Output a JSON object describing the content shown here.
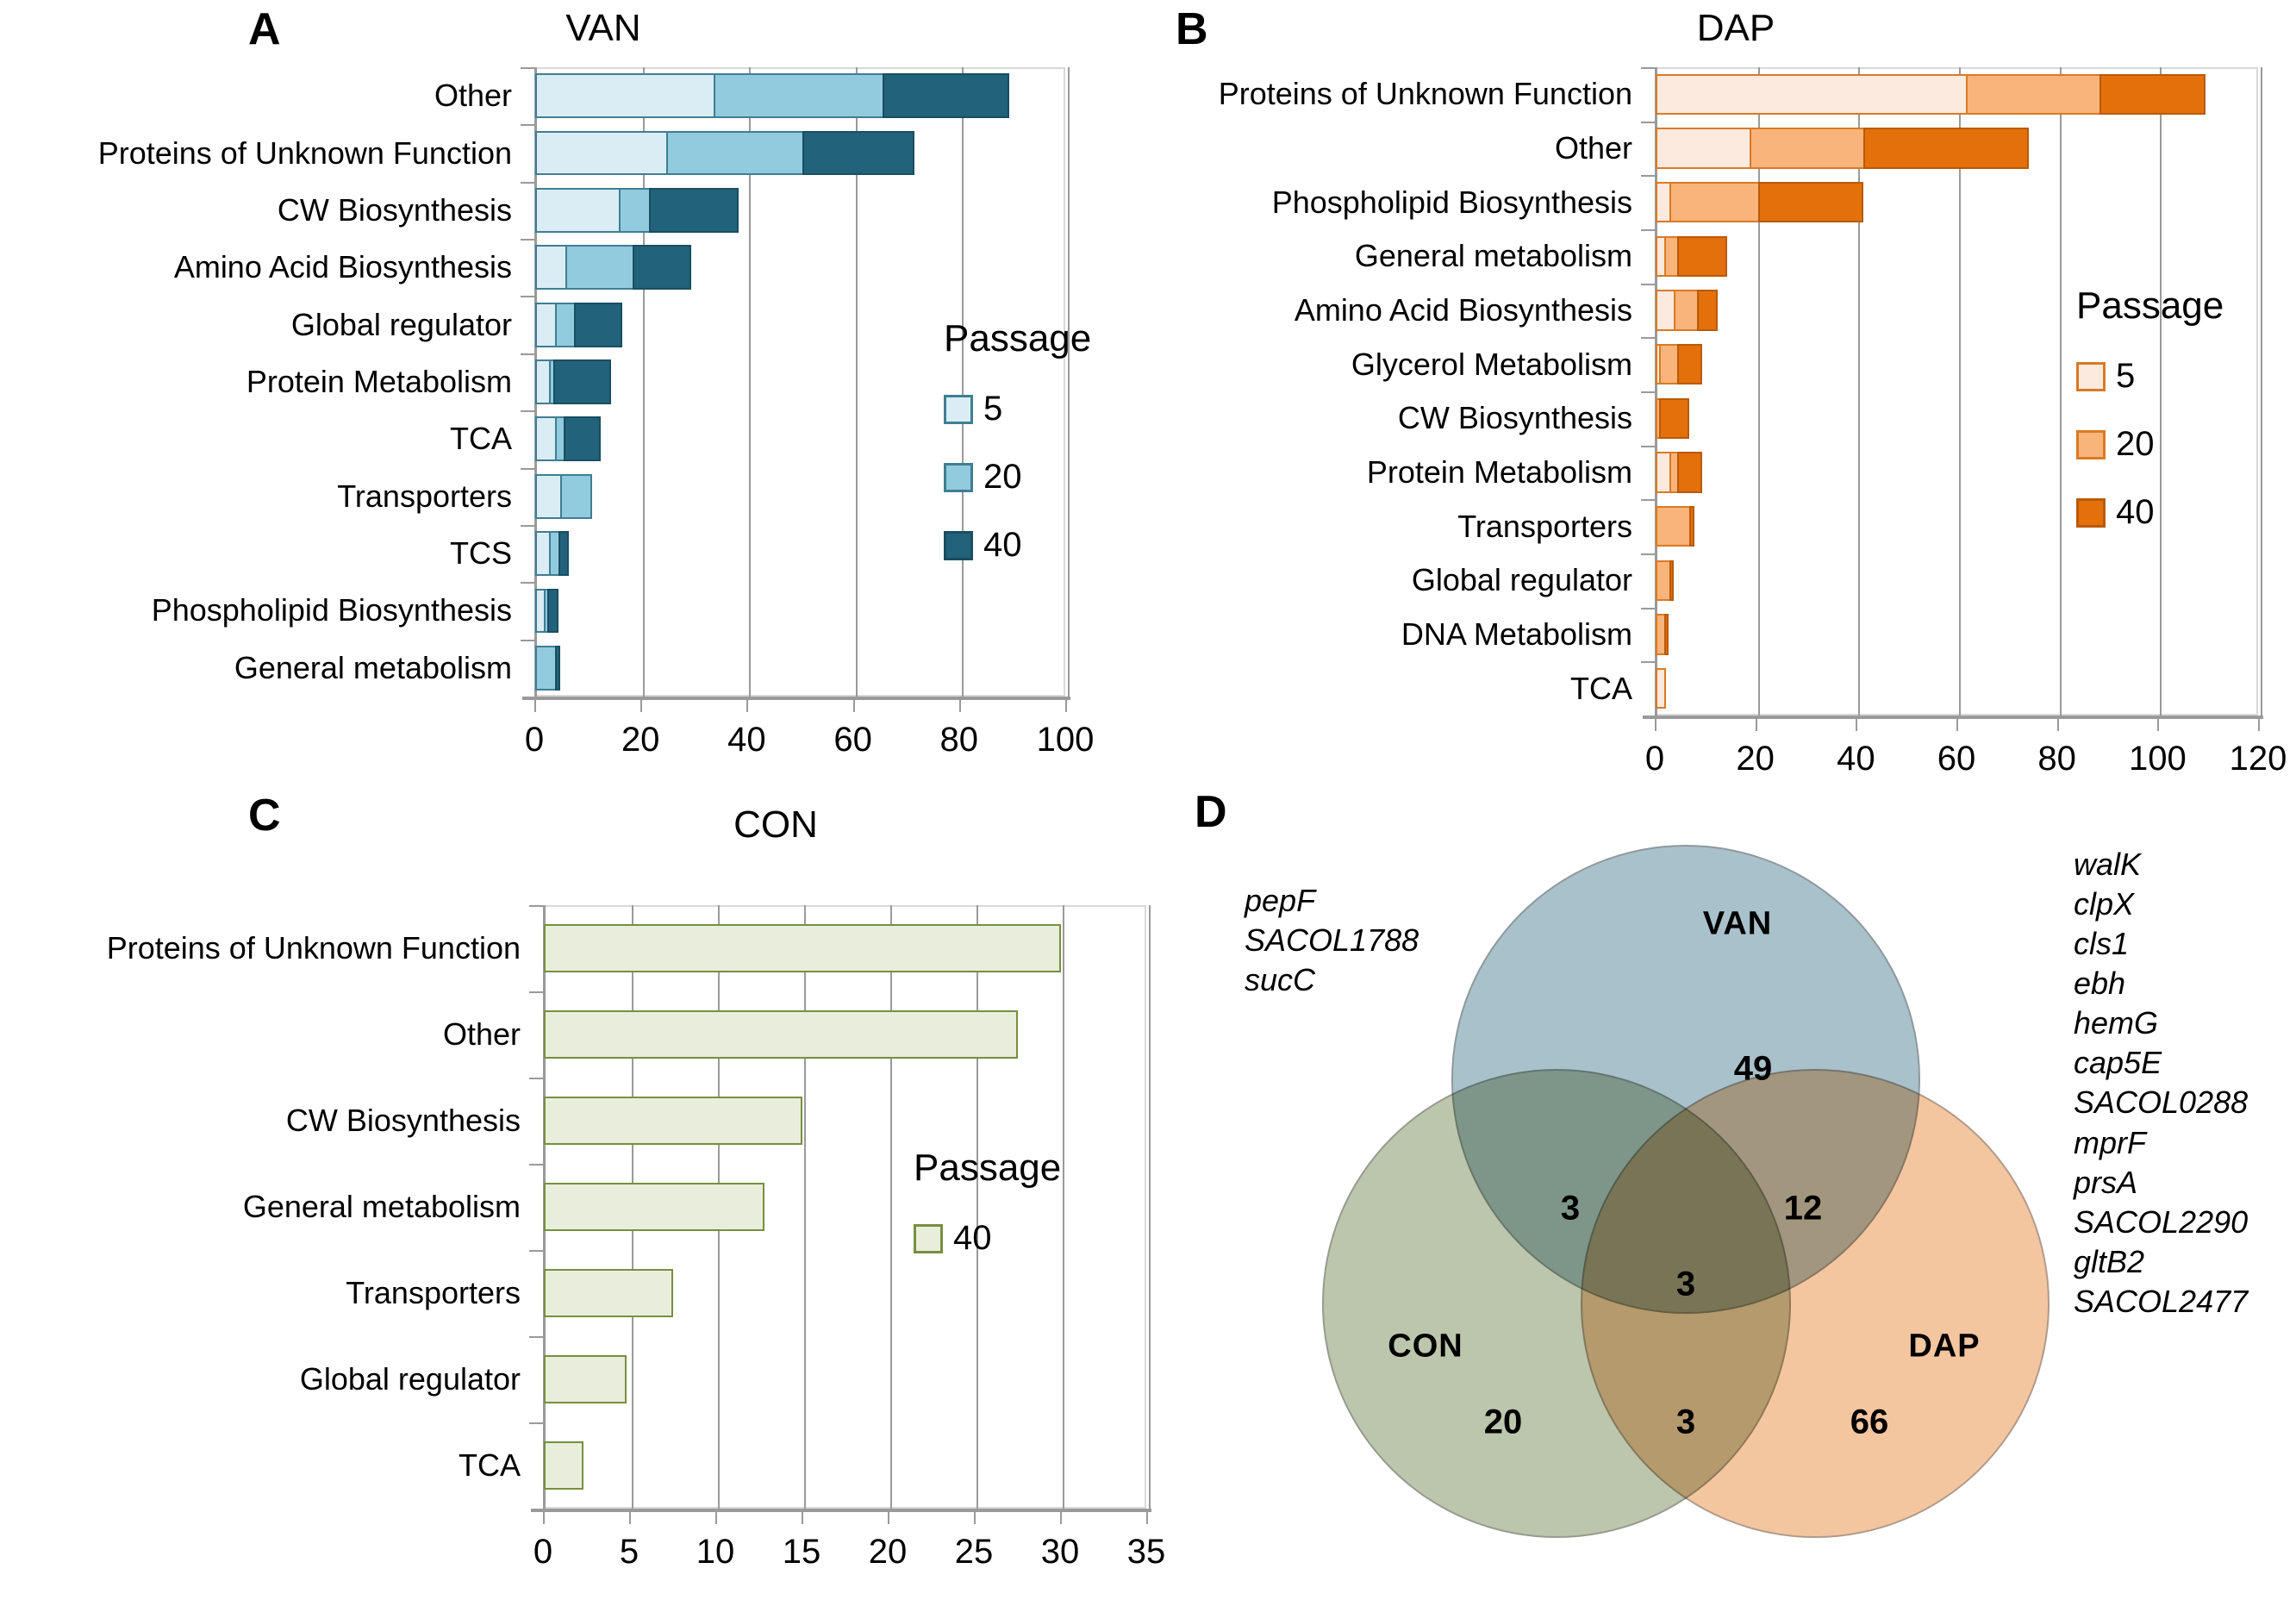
{
  "figure": {
    "panels": [
      "A",
      "B",
      "C",
      "D"
    ]
  },
  "legend": {
    "title": "Passage",
    "van_items": [
      {
        "label": "5",
        "color": "#daedf4"
      },
      {
        "label": "20",
        "color": "#92cbdd"
      },
      {
        "label": "40",
        "color": "#22627a"
      }
    ],
    "dap_items": [
      {
        "label": "5",
        "color": "#fceade"
      },
      {
        "label": "20",
        "color": "#f8b47a"
      },
      {
        "label": "40",
        "color": "#e3700b"
      }
    ],
    "con_items": [
      {
        "label": "40",
        "color": "#e8eedb"
      }
    ]
  },
  "chart_data": [
    {
      "panel": "A",
      "type": "bar",
      "orientation": "horizontal",
      "stacked": true,
      "title": "VAN",
      "xlabel": "",
      "ylabel": "",
      "xlim": [
        0,
        100
      ],
      "xticks": [
        0,
        20,
        40,
        60,
        80,
        100
      ],
      "grid": true,
      "legend_title": "Passage",
      "legend_position": "inside-right",
      "categories": [
        "Other",
        "Proteins of Unknown Function",
        "CW Biosynthesis",
        "Amino Acid Biosynthesis",
        "Global regulator",
        "Protein Metabolism",
        "TCA",
        "Transporters",
        "TCS",
        "Phospholipid Biosynthesis",
        "General metabolism"
      ],
      "series": [
        {
          "name": "5",
          "color": "#daedf4",
          "values": [
            34,
            25,
            16,
            6,
            4,
            3,
            4,
            5,
            3,
            2,
            0
          ]
        },
        {
          "name": "20",
          "color": "#92cbdd",
          "values": [
            32,
            26,
            6,
            13,
            4,
            1,
            2,
            6,
            2,
            1,
            4
          ]
        },
        {
          "name": "40",
          "color": "#22627a",
          "values": [
            24,
            21,
            17,
            11,
            9,
            11,
            7,
            0,
            2,
            2,
            1
          ]
        }
      ],
      "totals": [
        90,
        72,
        39,
        30,
        17,
        15,
        13,
        11,
        7,
        5,
        5
      ]
    },
    {
      "panel": "B",
      "type": "bar",
      "orientation": "horizontal",
      "stacked": true,
      "title": "DAP",
      "xlabel": "",
      "ylabel": "",
      "xlim": [
        0,
        120
      ],
      "xticks": [
        0,
        20,
        40,
        60,
        80,
        100,
        120
      ],
      "grid": true,
      "legend_title": "Passage",
      "legend_position": "inside-right",
      "categories": [
        "Proteins of Unknown Function",
        "Other",
        "Phospholipid Biosynthesis",
        "General metabolism",
        "Amino Acid Biosynthesis",
        "Glycerol Metabolism",
        "CW Biosynthesis",
        "Protein Metabolism",
        "Transporters",
        "Global regulator",
        "DNA Metabolism",
        "TCA"
      ],
      "series": [
        {
          "name": "5",
          "color": "#fceade",
          "values": [
            62,
            19,
            3,
            2,
            4,
            1,
            0,
            3,
            0,
            0,
            0,
            2
          ]
        },
        {
          "name": "20",
          "color": "#f8b47a",
          "values": [
            27,
            23,
            18,
            3,
            5,
            4,
            1,
            2,
            7,
            3,
            2,
            0
          ]
        },
        {
          "name": "40",
          "color": "#e3700b",
          "values": [
            21,
            33,
            21,
            10,
            4,
            5,
            6,
            5,
            1,
            1,
            1,
            0
          ]
        }
      ],
      "totals": [
        110,
        75,
        42,
        15,
        13,
        10,
        7,
        10,
        8,
        4,
        3,
        2
      ]
    },
    {
      "panel": "C",
      "type": "bar",
      "orientation": "horizontal",
      "stacked": false,
      "title": "CON",
      "xlabel": "",
      "ylabel": "",
      "xlim": [
        0,
        35
      ],
      "xticks": [
        0,
        5,
        10,
        15,
        20,
        25,
        30,
        35
      ],
      "grid": true,
      "legend_title": "Passage",
      "legend_position": "inside-right",
      "categories": [
        "Proteins of Unknown Function",
        "Other",
        "CW Biosynthesis",
        "General metabolism",
        "Transporters",
        "Global regulator",
        "TCA"
      ],
      "series": [
        {
          "name": "40",
          "color": "#e8eedb",
          "values": [
            30,
            27.5,
            15,
            12.8,
            7.5,
            4.8,
            2.3
          ]
        }
      ]
    }
  ],
  "venn": {
    "sets": [
      {
        "name": "VAN",
        "color": "#a9c1cb",
        "only": "49"
      },
      {
        "name": "CON",
        "color": "#bcc6ac",
        "only": "20"
      },
      {
        "name": "DAP",
        "color": "#f4c6a0",
        "only": "66"
      }
    ],
    "intersections": [
      {
        "name": "van-con",
        "value": "3"
      },
      {
        "name": "van-dap",
        "value": "12"
      },
      {
        "name": "con-dap",
        "value": "3"
      },
      {
        "name": "van-con-dap",
        "value": "3"
      }
    ],
    "left_genes": [
      "pepF",
      "SACOL1788",
      "sucC"
    ],
    "right_genes": [
      "walK",
      "clpX",
      "cls1",
      "ebh",
      "hemG",
      "cap5E",
      "SACOL0288",
      "mprF",
      "prsA",
      "SACOL2290",
      "gltB2",
      "SACOL2477"
    ]
  }
}
